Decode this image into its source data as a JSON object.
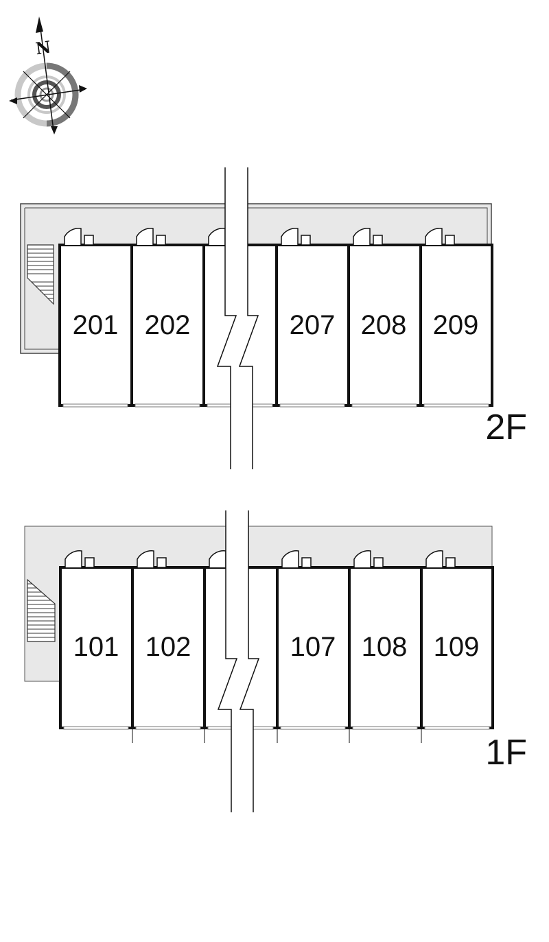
{
  "compass": {
    "letter": "N",
    "icon": "compass-rose-icon"
  },
  "floors": [
    {
      "label": "2F",
      "units": [
        "201",
        "202",
        "207",
        "208",
        "209"
      ]
    },
    {
      "label": "1F",
      "units": [
        "101",
        "102",
        "107",
        "108",
        "109"
      ]
    }
  ],
  "colors": {
    "corridor_fill": "#e8e8e8",
    "wall": "#111111",
    "compass_ring_dark": "#777777",
    "compass_ring_light": "#c8c8c8"
  }
}
